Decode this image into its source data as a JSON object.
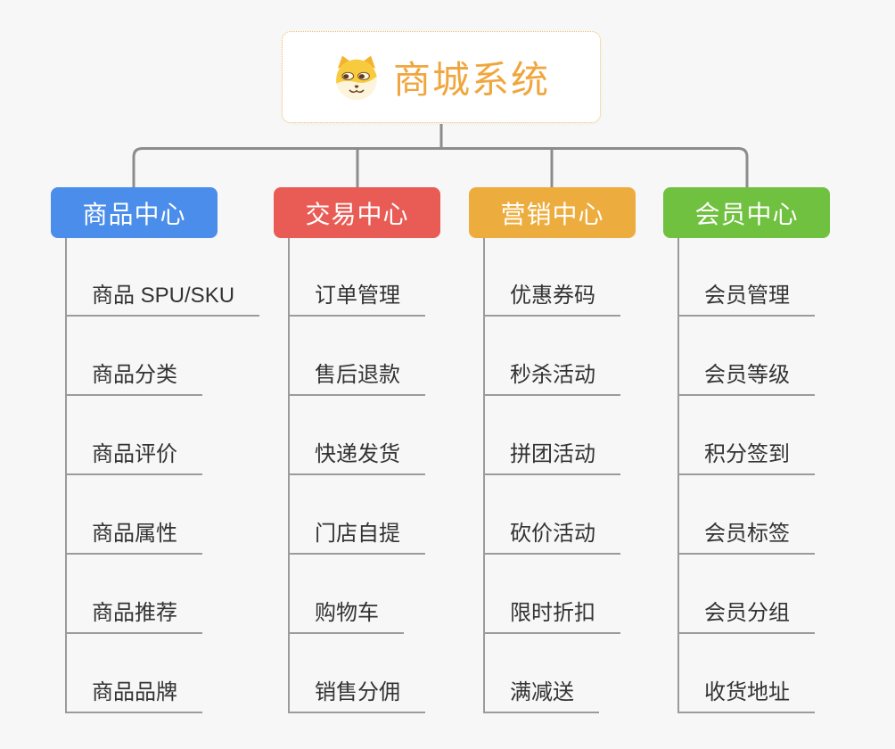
{
  "root": {
    "title": "商城系统",
    "icon": "dog-face-icon"
  },
  "branches": [
    {
      "label": "商品中心",
      "color": "#4a8dea",
      "items": [
        "商品 SPU/SKU",
        "商品分类",
        "商品评价",
        "商品属性",
        "商品推荐",
        "商品品牌"
      ]
    },
    {
      "label": "交易中心",
      "color": "#e85c55",
      "items": [
        "订单管理",
        "售后退款",
        "快递发货",
        "门店自提",
        "购物车",
        "销售分佣"
      ]
    },
    {
      "label": "营销中心",
      "color": "#edad3e",
      "items": [
        "优惠券码",
        "秒杀活动",
        "拼团活动",
        "砍价活动",
        "限时折扣",
        "满减送"
      ]
    },
    {
      "label": "会员中心",
      "color": "#70c13f",
      "items": [
        "会员管理",
        "会员等级",
        "积分签到",
        "会员标签",
        "会员分组",
        "收货地址"
      ]
    }
  ],
  "colors": {
    "canvas_background": "#f7f7f7",
    "root_border": "#f0bb60",
    "root_title": "#f0a63e",
    "branch_blue": "#4a8dea",
    "branch_red": "#e85c55",
    "branch_amber": "#edad3e",
    "branch_green": "#70c13f",
    "connector_line": "#8c8c8c",
    "item_underline": "#9b9b9b",
    "item_text": "#333333"
  }
}
